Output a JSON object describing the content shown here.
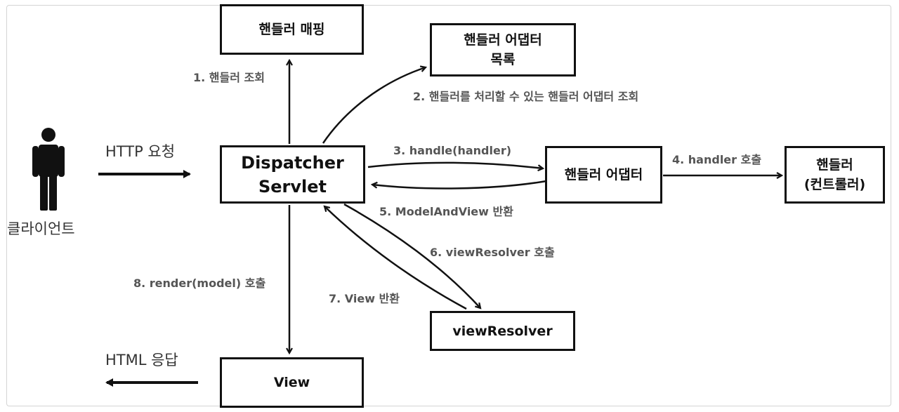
{
  "boxes": {
    "handler_mapping": [
      "핸들러 매핑"
    ],
    "adapter_list": [
      "핸들러 어댑터",
      "목록"
    ],
    "dispatcher": [
      "Dispatcher",
      "Servlet"
    ],
    "handler_adapter": [
      "핸들러 어댑터"
    ],
    "handler": [
      "핸들러",
      "(컨트롤러)"
    ],
    "view_resolver": [
      "viewResolver"
    ],
    "view": [
      "View"
    ]
  },
  "client_label": "클라이언트",
  "flows": {
    "http_request": "HTTP 요청",
    "html_response": "HTML 응답",
    "step1": "1. 핸들러 조회",
    "step2": "2. 핸들러를 처리할 수 있는 핸들러 어댑터 조회",
    "step3": "3. handle(handler)",
    "step4": "4. handler 호출",
    "step5": "5. ModelAndView 반환",
    "step6": "6. viewResolver 호출",
    "step7": "7. View 반환",
    "step8": "8. render(model) 호출"
  },
  "colors": {
    "box_border": "#111111",
    "label_text": "#555555",
    "arrow": "#111111"
  }
}
